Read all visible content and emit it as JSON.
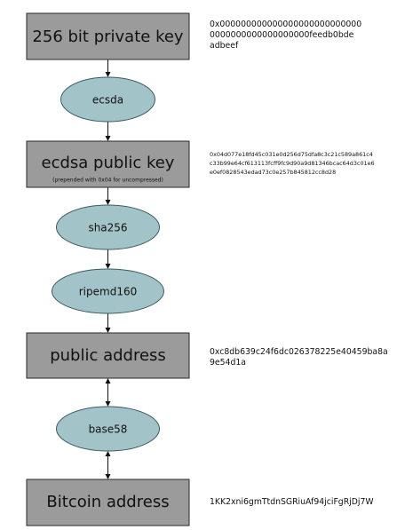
{
  "nodes": {
    "private_key": {
      "label": "256 bit private key",
      "value_lines": [
        "0x000000000000000000000000000",
        "0000000000000000000feedb0bde",
        "adbeef"
      ]
    },
    "ecsda": {
      "label": "ecsda"
    },
    "public_key": {
      "label": "ecdsa public key",
      "sublabel": "(prepended with 0x04  for uncompressed)",
      "value_lines": [
        "0x04d077e18fd45c031e0d256d75dfa8c3c21c589a861c4",
        "c33b99e64cf613113fcff9fc9d90a9d81346bcac64d3c01e6",
        "e0ef0828543edad73c0e257b845812cc8d28"
      ]
    },
    "sha256": {
      "label": "sha256"
    },
    "ripemd160": {
      "label": "ripemd160"
    },
    "public_address": {
      "label": "public address",
      "value_lines": [
        "0xc8db639c24f6dc026378225e40459ba8a",
        "9e54d1a"
      ]
    },
    "base58": {
      "label": "base58"
    },
    "bitcoin_address": {
      "label": "Bitcoin address",
      "value_lines": [
        "1KK2xni6gmTtdnSGRiuAf94jciFgRjDj7W"
      ]
    }
  },
  "edges": [
    {
      "from": "private_key",
      "to": "ecsda",
      "direction": "forward"
    },
    {
      "from": "ecsda",
      "to": "public_key",
      "direction": "forward"
    },
    {
      "from": "public_key",
      "to": "sha256",
      "direction": "forward"
    },
    {
      "from": "sha256",
      "to": "ripemd160",
      "direction": "forward"
    },
    {
      "from": "ripemd160",
      "to": "public_address",
      "direction": "forward"
    },
    {
      "from": "public_address",
      "to": "base58",
      "direction": "both"
    },
    {
      "from": "base58",
      "to": "bitcoin_address",
      "direction": "both"
    }
  ]
}
